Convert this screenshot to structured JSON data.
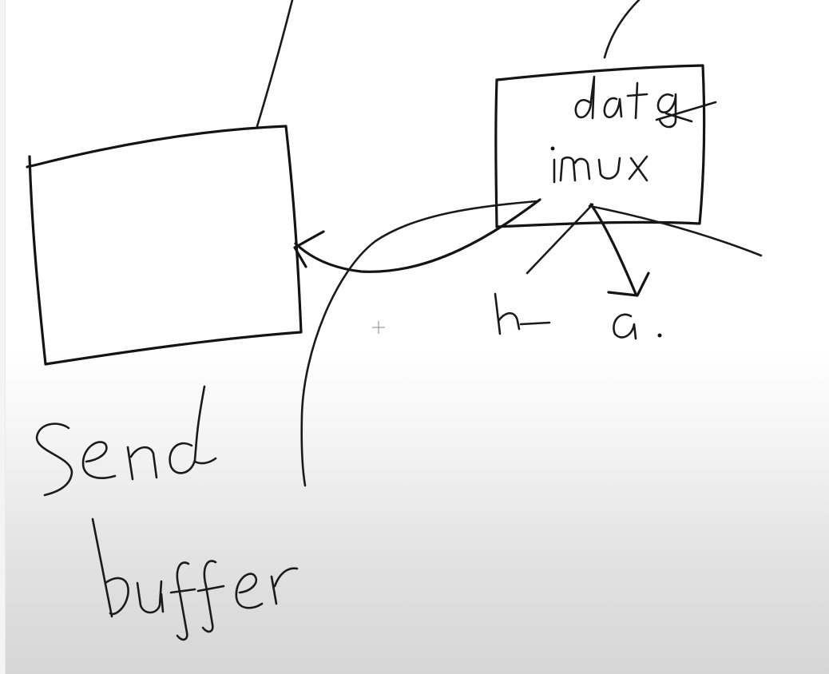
{
  "handwritten_labels": {
    "data": "data",
    "mux": "mux",
    "h": "h",
    "a": "a.",
    "send": "send",
    "buffer": "buffer"
  },
  "icons": {
    "cursor": "crosshair-cursor-icon"
  }
}
